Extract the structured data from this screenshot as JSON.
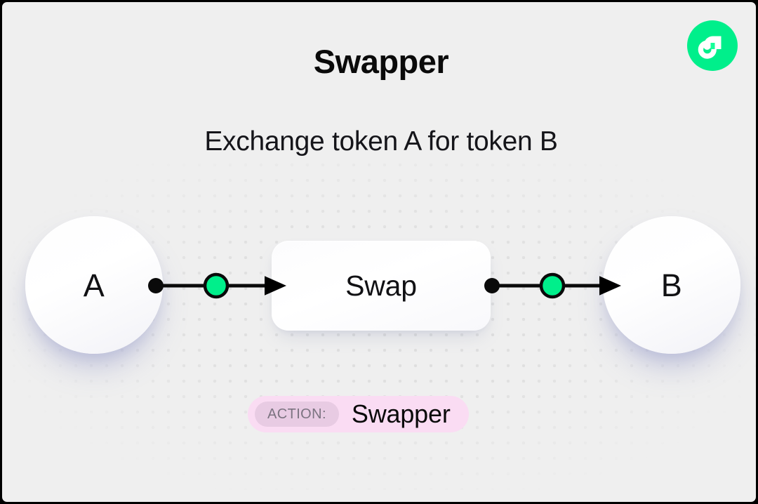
{
  "header": {
    "title": "Swapper",
    "subtitle": "Exchange token A for token B",
    "logo_name": "flow-logo"
  },
  "diagram": {
    "source_node": {
      "label": "A",
      "name": "token-a-node"
    },
    "process_node": {
      "label": "Swap",
      "name": "swap-node"
    },
    "target_node": {
      "label": "B",
      "name": "token-b-node"
    },
    "edges": [
      {
        "name": "edge-a-to-swap",
        "from": "A",
        "to": "Swap"
      },
      {
        "name": "edge-swap-to-b",
        "from": "Swap",
        "to": "B"
      }
    ]
  },
  "action_badge": {
    "tag_label": "ACTION:",
    "value": "Swapper"
  },
  "colors": {
    "background": "#efefef",
    "frame": "#000000",
    "accent_green": "#00ef8b",
    "flow_green": "#00ef8b",
    "flow_mint": "#16ff99",
    "badge_outer": "#fadcf3",
    "badge_inner": "#e8cbe3",
    "badge_tag_text": "#7b7380",
    "dot_grid": "#dedede",
    "node_shadow": "#7a82be",
    "text_primary": "#0a0a0a"
  }
}
